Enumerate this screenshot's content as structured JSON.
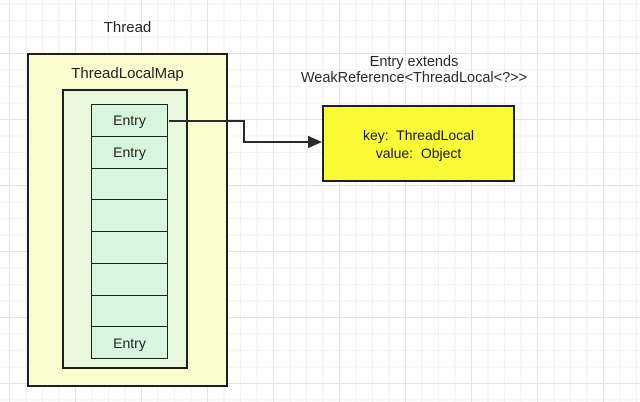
{
  "diagram": {
    "title": "Thread",
    "map_title": "ThreadLocalMap",
    "slots": [
      {
        "label": "Entry"
      },
      {
        "label": "Entry"
      },
      {
        "label": ""
      },
      {
        "label": ""
      },
      {
        "label": ""
      },
      {
        "label": ""
      },
      {
        "label": ""
      },
      {
        "label": "Entry"
      }
    ],
    "caption": {
      "line1": "Entry extends",
      "line2": "WeakReference<ThreadLocal<?>>"
    },
    "entry_detail": {
      "line1": "key:  ThreadLocal",
      "line2": "value:  Object"
    },
    "colors": {
      "thread_box_fill": "#fbfbd0",
      "map_box_fill": "#e9f8dc",
      "slot_fill": "#d8f5de",
      "entry_box_fill": "#f9f935",
      "border": "#1f1f1f",
      "arrow": "#2a2a2a",
      "grid_major": "#e2e2e8",
      "grid_minor": "#f2f2f5"
    }
  }
}
